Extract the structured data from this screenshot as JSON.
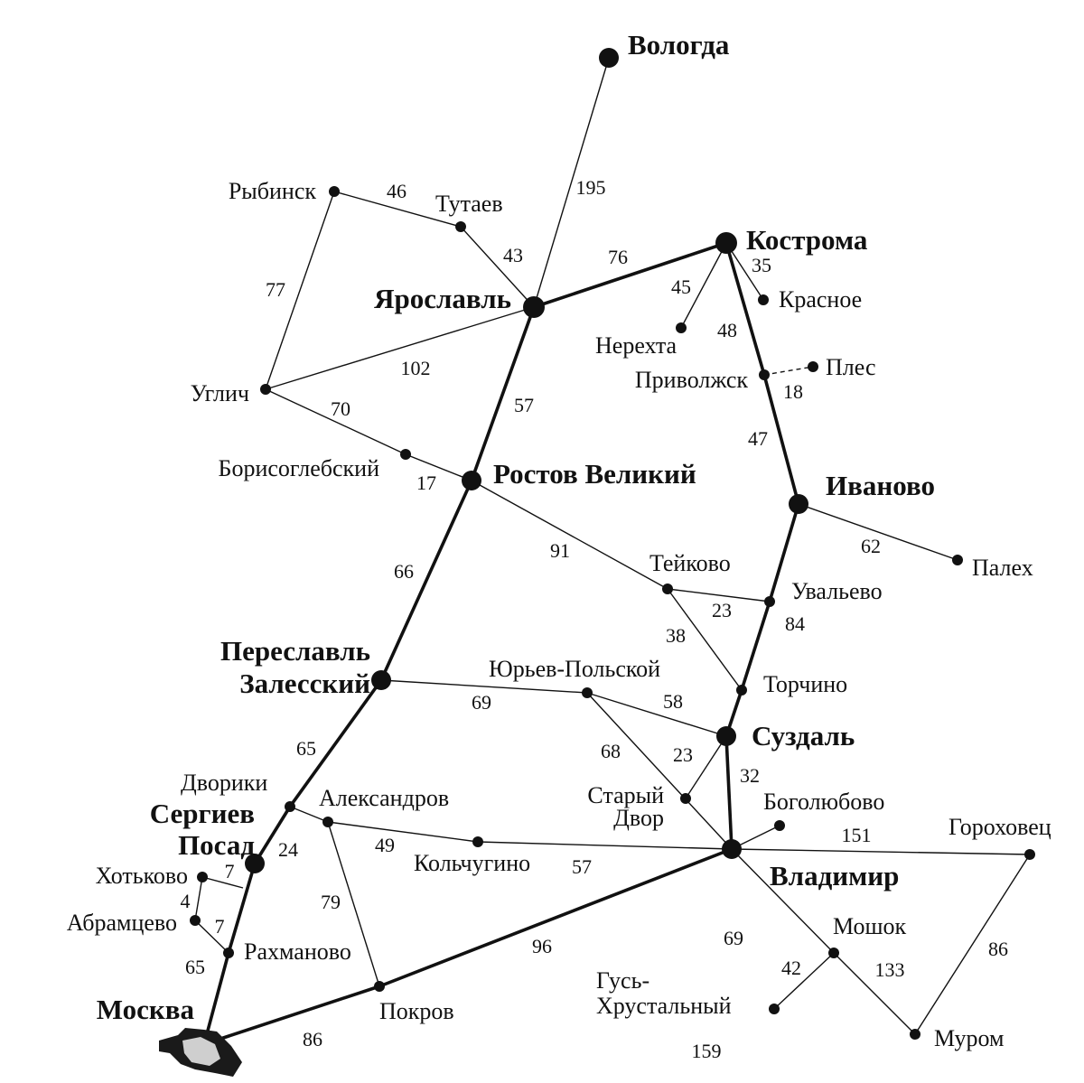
{
  "cities": [
    {
      "id": "vologda",
      "name": "Вологда",
      "major": true
    },
    {
      "id": "kostroma",
      "name": "Кострома",
      "major": true
    },
    {
      "id": "yaroslavl",
      "name": "Ярославль",
      "major": true
    },
    {
      "id": "rostov",
      "name": "Ростов Великий",
      "major": true
    },
    {
      "id": "ivanovo",
      "name": "Иваново",
      "major": true
    },
    {
      "id": "pereslavl",
      "name": "Переславль",
      "name2": "Залесский",
      "major": true
    },
    {
      "id": "suzdal",
      "name": "Суздаль",
      "major": true
    },
    {
      "id": "vladimir",
      "name": "Владимир",
      "major": true
    },
    {
      "id": "sergiev",
      "name": "Сергиев",
      "name2": "Посад",
      "major": true
    },
    {
      "id": "moskva",
      "name": "Москва",
      "major": true
    },
    {
      "id": "rybinsk",
      "name": "Рыбинск"
    },
    {
      "id": "tutaev",
      "name": "Тутаев"
    },
    {
      "id": "uglich",
      "name": "Углич"
    },
    {
      "id": "borisogleb",
      "name": "Борисоглебский"
    },
    {
      "id": "krasnoe",
      "name": "Красное"
    },
    {
      "id": "nerekhta",
      "name": "Нерехта"
    },
    {
      "id": "privolzhsk",
      "name": "Приволжск"
    },
    {
      "id": "ples",
      "name": "Плес"
    },
    {
      "id": "palekh",
      "name": "Палех"
    },
    {
      "id": "teikovo",
      "name": "Тейково"
    },
    {
      "id": "uvalevo",
      "name": "Увальево"
    },
    {
      "id": "torchino",
      "name": "Торчино"
    },
    {
      "id": "yuryev",
      "name": "Юрьев-Польской"
    },
    {
      "id": "stary",
      "name": "Старый",
      "name2": "Двор"
    },
    {
      "id": "bogolyubovo",
      "name": "Боголюбово"
    },
    {
      "id": "gorokhovets",
      "name": "Гороховец"
    },
    {
      "id": "dvoriki",
      "name": "Дворики"
    },
    {
      "id": "aleksandrov",
      "name": "Александров"
    },
    {
      "id": "kolchugino",
      "name": "Кольчугино"
    },
    {
      "id": "khotkovo",
      "name": "Хотьково"
    },
    {
      "id": "abramtsevo",
      "name": "Абрамцево"
    },
    {
      "id": "rakhmanovo",
      "name": "Рахманово"
    },
    {
      "id": "pokrov",
      "name": "Покров"
    },
    {
      "id": "mushok",
      "name": "Мошок"
    },
    {
      "id": "gus",
      "name": "Гусь-",
      "name2": "Хрустальный"
    },
    {
      "id": "murom",
      "name": "Муром"
    }
  ],
  "roads": [
    {
      "from": "yaroslavl",
      "to": "vologda",
      "km": "195",
      "main": false
    },
    {
      "from": "rybinsk",
      "to": "tutaev",
      "km": "46",
      "main": false
    },
    {
      "from": "tutaev",
      "to": "yaroslavl",
      "km": "43",
      "main": false
    },
    {
      "from": "yaroslavl",
      "to": "kostroma",
      "km": "76",
      "main": true
    },
    {
      "from": "rybinsk",
      "to": "uglich",
      "km": "77",
      "main": false
    },
    {
      "from": "uglich",
      "to": "yaroslavl",
      "km": "102",
      "main": false
    },
    {
      "from": "uglich",
      "to": "borisogleb",
      "km": "70",
      "main": false
    },
    {
      "from": "borisogleb",
      "to": "rostov",
      "km": "17",
      "main": false
    },
    {
      "from": "yaroslavl",
      "to": "rostov",
      "km": "57",
      "main": true
    },
    {
      "from": "kostroma",
      "to": "krasnoe",
      "km": "35",
      "main": false
    },
    {
      "from": "kostroma",
      "to": "nerekhta",
      "km": "45",
      "main": false
    },
    {
      "from": "kostroma",
      "to": "privolzhsk",
      "km": "48",
      "main": true
    },
    {
      "from": "privolzhsk",
      "to": "ples",
      "km": "18",
      "main": false,
      "dashed": true
    },
    {
      "from": "privolzhsk",
      "to": "ivanovo",
      "km": "47",
      "main": true
    },
    {
      "from": "ivanovo",
      "to": "palekh",
      "km": "62",
      "main": false
    },
    {
      "from": "rostov",
      "to": "teikovo",
      "km": "91",
      "main": false
    },
    {
      "from": "teikovo",
      "to": "uvalevo",
      "km": "23",
      "main": false
    },
    {
      "from": "ivanovo",
      "to": "uvalevo",
      "km": "",
      "main": true
    },
    {
      "from": "uvalevo",
      "to": "torchino",
      "km": "84",
      "main": true
    },
    {
      "from": "teikovo",
      "to": "torchino",
      "km": "38",
      "main": false
    },
    {
      "from": "torchino",
      "to": "suzdal",
      "km": "",
      "main": true
    },
    {
      "from": "rostov",
      "to": "pereslavl",
      "km": "66",
      "main": true
    },
    {
      "from": "pereslavl",
      "to": "yuryev",
      "km": "69",
      "main": false
    },
    {
      "from": "yuryev",
      "to": "suzdal",
      "km": "58",
      "main": false
    },
    {
      "from": "yuryev",
      "to": "vladimir",
      "km": "68",
      "main": false
    },
    {
      "from": "suzdal",
      "to": "stary",
      "km": "23",
      "main": false
    },
    {
      "from": "suzdal",
      "to": "vladimir",
      "km": "32",
      "main": true
    },
    {
      "from": "pereslavl",
      "to": "dvoriki",
      "km": "65",
      "main": true
    },
    {
      "from": "dvoriki",
      "to": "sergiev",
      "km": "",
      "main": true
    },
    {
      "from": "dvoriki",
      "to": "aleksandrov",
      "km": "",
      "main": false
    },
    {
      "from": "aleksandrov",
      "to": "kolchugino",
      "km": "49",
      "main": false
    },
    {
      "from": "kolchugino",
      "to": "vladimir",
      "km": "57",
      "main": false
    },
    {
      "from": "aleksandrov",
      "to": "pokrov",
      "km": "79",
      "main": false
    },
    {
      "from": "vladimir",
      "to": "bogolyubovo",
      "km": "",
      "main": false
    },
    {
      "from": "vladimir",
      "to": "gorokhovets",
      "km": "151",
      "main": false
    },
    {
      "from": "gorokhovets",
      "to": "murom",
      "km": "86",
      "main": false
    },
    {
      "from": "vladimir",
      "to": "mushok",
      "km": "69",
      "main": false
    },
    {
      "from": "mushok",
      "to": "murom",
      "km": "133",
      "main": false
    },
    {
      "from": "mushok",
      "to": "gus",
      "km": "42",
      "main": false
    },
    {
      "from": "sergiev",
      "to": "rakhmanovo",
      "km": "",
      "main": true
    },
    {
      "from": "rakhmanovo",
      "to": "moskva",
      "km": "65",
      "main": true
    },
    {
      "from": "khotkovo",
      "to": "abramtsevo",
      "km": "4",
      "main": false
    },
    {
      "from": "khotkovo",
      "to": "kh_junction",
      "km": "7",
      "main": false
    },
    {
      "from": "abramtsevo",
      "to": "rakhmanovo",
      "km": "7",
      "main": false
    },
    {
      "from": "moskva",
      "to": "pokrov",
      "km": "86",
      "main": true
    },
    {
      "from": "pokrov",
      "to": "vladimir",
      "km": "96",
      "main": true
    }
  ],
  "extra_distances": [
    {
      "label": "24"
    },
    {
      "label": "159"
    }
  ]
}
